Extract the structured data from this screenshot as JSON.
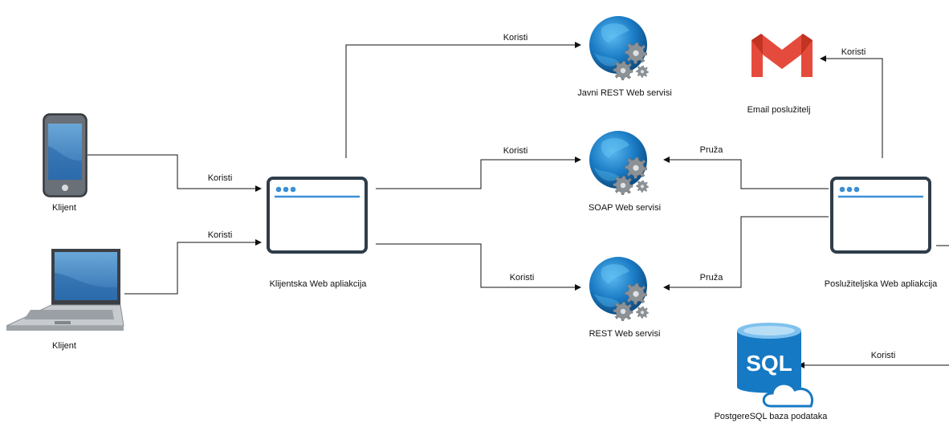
{
  "nodes": {
    "phone_client": "Klijent",
    "laptop_client": "Klijent",
    "client_web_app": "Klijentska Web apliakcija",
    "server_web_app": "Poslužiteljska Web apliakcija",
    "public_rest": "Javni REST Web servisi",
    "soap": "SOAP Web servisi",
    "rest": "REST Web servisi",
    "email": "Email poslužitelj",
    "database": "PostgereSQL baza podataka"
  },
  "edges": {
    "phone_to_client": "Koristi",
    "laptop_to_client": "Koristi",
    "client_to_public_rest": "Koristi",
    "client_to_soap": "Koristi",
    "client_to_rest": "Koristi",
    "server_to_soap": "Pruža",
    "server_to_rest": "Pruža",
    "server_to_email": "Koristi",
    "server_to_db": "Koristi"
  },
  "icons": {
    "phone": "smartphone-icon",
    "laptop": "laptop-icon",
    "browser": "browser-window-icon",
    "service": "globe-gears-icon",
    "email": "gmail-icon",
    "database": "sql-database-cloud-icon"
  },
  "db_icon_text": "SQL",
  "colors": {
    "browser_frame": "#2f3d4a",
    "browser_accent": "#3b8fd6",
    "globe": "#1a7bc4",
    "gear": "#8c9196",
    "gmail_red": "#e54b3c",
    "db_blue": "#1679c4"
  }
}
